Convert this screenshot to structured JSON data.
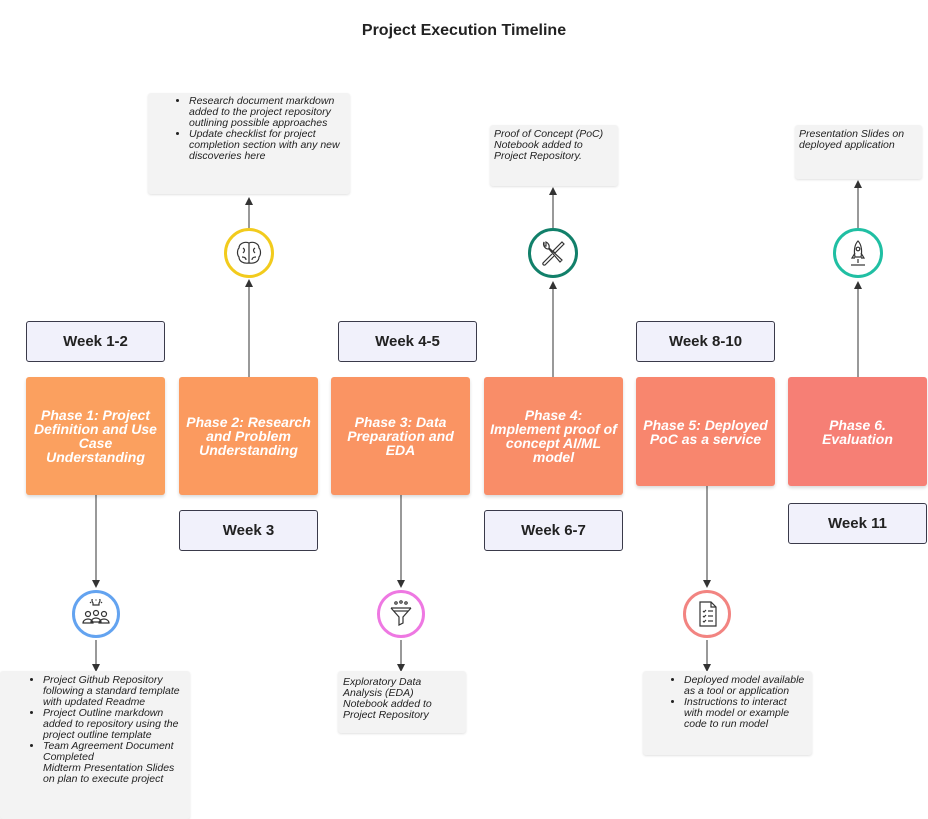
{
  "title": "Project Execution Timeline",
  "phases": [
    {
      "label": "Phase 1: Project Definition and Use Case Understanding",
      "color": "#fba05f"
    },
    {
      "label": "Phase 2: Research and Problem Understanding",
      "color": "#fb9a5f"
    },
    {
      "label": "Phase 3: Data Preparation and EDA",
      "color": "#fa9463"
    },
    {
      "label": "Phase 4: Implement proof of concept AI/ML model",
      "color": "#f98d68"
    },
    {
      "label": "Phase 5: Deployed PoC as a service",
      "color": "#f8866e"
    },
    {
      "label": "Phase 6. Evaluation",
      "color": "#f67f75"
    }
  ],
  "weeks": [
    "Week 1-2",
    "Week 3",
    "Week 4-5",
    "Week 6-7",
    "Week 8-10",
    "Week 11"
  ],
  "icons": [
    {
      "name": "lightbulb-team-icon",
      "color": "#63a3f0"
    },
    {
      "name": "brain-icon",
      "color": "#f2cb1d"
    },
    {
      "name": "funnel-icon",
      "color": "#ee78e2"
    },
    {
      "name": "tools-icon",
      "color": "#12806a"
    },
    {
      "name": "checklist-icon",
      "color": "#f28481"
    },
    {
      "name": "rocket-icon",
      "color": "#20bfa3"
    }
  ],
  "notes": {
    "phase1": [
      "Project Github Repository following a standard template with updated Readme",
      "Project Outline markdown added to repository using the project outline template",
      "Team Agreement Document Completed\nMidterm Presentation Slides on plan to execute project"
    ],
    "phase2": [
      "Research document markdown added to the project repository outlining possible approaches",
      "Update checklist for project completion section with any new discoveries here"
    ],
    "phase3": "Exploratory Data Analysis (EDA) Notebook added to Project Repository",
    "phase4": "Proof of Concept (PoC) Notebook added to Project Repository.",
    "phase5": [
      "Deployed model available as a tool or application",
      "Instructions to interact with model or example code to run model"
    ],
    "phase6": "Presentation Slides on deployed application"
  }
}
